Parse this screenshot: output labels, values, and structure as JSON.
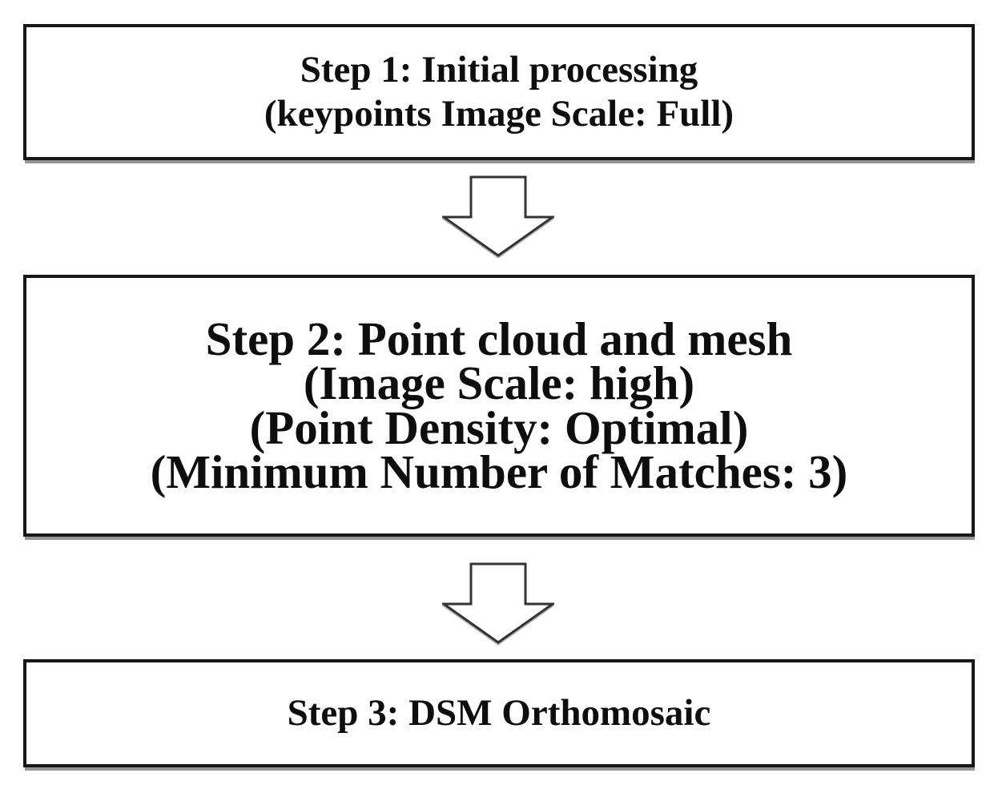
{
  "flowchart": {
    "background_color": "#ffffff",
    "box_border_color": "#161616",
    "box_fill_color": "#ffffff",
    "shadow_color": "#828282",
    "text_color": "#0e0e0e",
    "arrow_outline_color": "#333333",
    "steps": [
      {
        "id": "step-1",
        "lines": [
          "Step 1: Initial processing",
          "(keypoints Image Scale: Full)"
        ]
      },
      {
        "id": "step-2",
        "lines": [
          "Step 2: Point cloud and mesh",
          "(Image Scale: high)",
          "(Point Density: Optimal)",
          "(Minimum Number of Matches: 3)"
        ]
      },
      {
        "id": "step-3",
        "lines": [
          "Step 3: DSM Orthomosaic"
        ]
      }
    ],
    "connectors": [
      {
        "type": "down-arrow"
      },
      {
        "type": "down-arrow"
      }
    ]
  }
}
